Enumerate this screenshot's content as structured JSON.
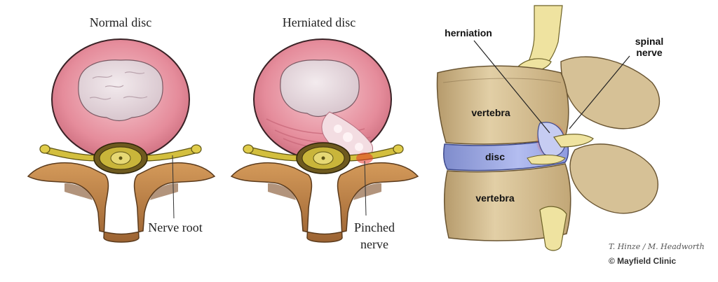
{
  "left_panel": {
    "title": "Normal disc",
    "label": "Nerve root"
  },
  "middle_panel": {
    "title": "Herniated disc",
    "label_line1": "Pinched",
    "label_line2": "nerve"
  },
  "right_panel": {
    "label_herniation": "herniation",
    "label_spinal_line1": "spinal",
    "label_spinal_line2": "nerve",
    "label_vertebra_top": "vertebra",
    "label_disc": "disc",
    "label_vertebra_bottom": "vertebra",
    "signature": "T. Hinze / M. Headworth",
    "credit": "© Mayfield Clinic"
  },
  "colors": {
    "annulus": "#e79aa6",
    "nucleus": "#e4d6dc",
    "bone": "#c48a4f",
    "nerve": "#c9b53a",
    "vertebra": "#d8c39a",
    "disc": "#9aa6de",
    "inflammation": "#e8362a"
  }
}
